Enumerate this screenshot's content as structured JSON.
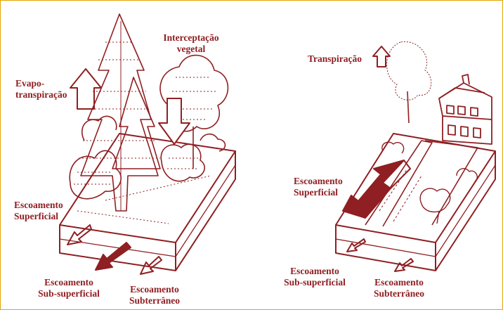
{
  "colors": {
    "ink": "#8f1f22",
    "frame": "#e3a300",
    "background": "#ffffff"
  },
  "left_scene": {
    "evapotranspiration": [
      "Evapo-",
      "transpiração"
    ],
    "interception": [
      "Interceptação",
      "vegetal"
    ],
    "surface_runoff": [
      "Escoamento",
      "Superficial"
    ],
    "subsurface_runoff": [
      "Escoamento",
      "Sub-superficial"
    ],
    "groundwater_runoff": [
      "Escoamento",
      "Subterrâneo"
    ]
  },
  "right_scene": {
    "transpiration": "Transpiração",
    "surface_runoff": [
      "Escoamento",
      "Superficial"
    ],
    "subsurface_runoff": [
      "Escoamento",
      "Sub-superficial"
    ],
    "groundwater_runoff": [
      "Escoamento",
      "Subterrâneo"
    ]
  }
}
